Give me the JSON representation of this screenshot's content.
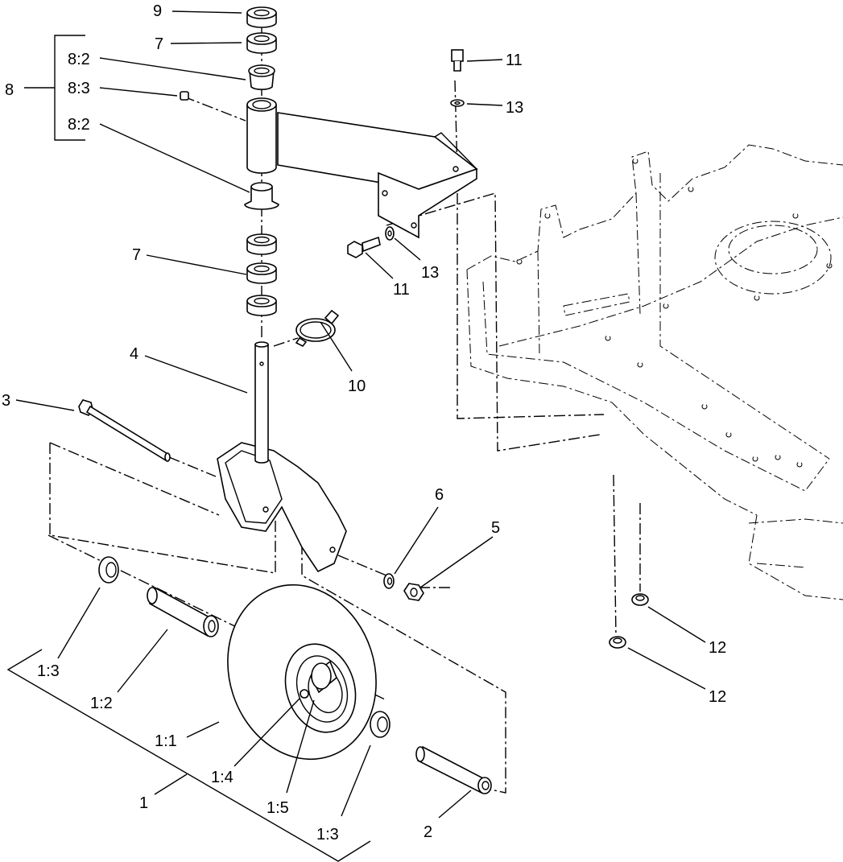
{
  "callouts": {
    "c9": "9",
    "c7a": "7",
    "c8": "8",
    "c8_2a": "8:2",
    "c8_3": "8:3",
    "c8_2b": "8:2",
    "c11a": "11",
    "c13a": "13",
    "c13b": "13",
    "c11b": "11",
    "c7b": "7",
    "c4": "4",
    "c10": "10",
    "c3": "3",
    "c6": "6",
    "c5": "5",
    "c12a": "12",
    "c12b": "12",
    "c1_3a": "1:3",
    "c1_2": "1:2",
    "c1_1": "1:1",
    "c1_4": "1:4",
    "c1_5": "1:5",
    "c1": "1",
    "c1_3b": "1:3",
    "c2": "2"
  }
}
